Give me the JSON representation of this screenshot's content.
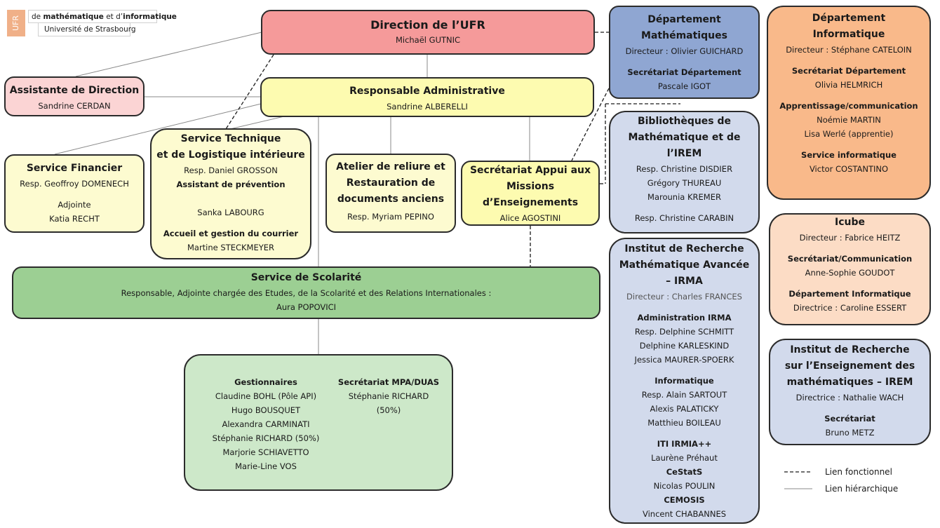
{
  "logo": {
    "ufr": "UFR",
    "line1_pre": "de ",
    "line1_b1": "mathématique",
    "line1_mid": " et d’",
    "line1_b2": "informatique",
    "line2": "Université de Strasbourg"
  },
  "direction": {
    "title": "Direction de l’UFR",
    "name": "Michaël GUTNIC"
  },
  "assistante": {
    "title": "Assistante de Direction",
    "name": "Sandrine CERDAN"
  },
  "responsable_admin": {
    "title": "Responsable Administrative",
    "name": "Sandrine ALBERELLI"
  },
  "service_financier": {
    "title": "Service Financier",
    "resp": "Resp. Geoffroy DOMENECH",
    "adjointe_label": "Adjointe",
    "adjointe_name": "Katia RECHT"
  },
  "service_technique": {
    "title1": "Service Technique",
    "title2": "et de Logistique intérieure",
    "resp": "Resp. Daniel GROSSON",
    "prevention_label": "Assistant de prévention",
    "prevention_name": "Sanka LABOURG",
    "courrier_label": "Accueil et gestion du courrier",
    "courrier_name": "Martine STECKMEYER"
  },
  "atelier": {
    "title1": "Atelier de reliure et",
    "title2": "Restauration de",
    "title3": "documents anciens",
    "resp": "Resp. Myriam PEPINO"
  },
  "secretariat_appui": {
    "title1": "Secrétariat Appui aux",
    "title2": "Missions",
    "title3": "d’Enseignements",
    "name": "Alice AGOSTINI"
  },
  "scolarite": {
    "title": "Service de Scolarité",
    "subtitle": "Responsable, Adjointe chargée des Etudes, de la Scolarité et des Relations Internationales :",
    "name": "Aura POPOVICI"
  },
  "gestionnaires": {
    "label": "Gestionnaires",
    "names": [
      "Claudine BOHL (Pôle API)",
      "Hugo BOUSQUET",
      "Alexandra CARMINATI",
      "Stéphanie RICHARD (50%)",
      "Marjorie SCHIAVETTO",
      "Marie-Line VOS"
    ],
    "mpa_label": "Secrétariat MPA/DUAS",
    "mpa_name": "Stéphanie RICHARD (50%)"
  },
  "dept_math": {
    "title1": "Département",
    "title2": "Mathématiques",
    "director": "Directeur : Olivier GUICHARD",
    "secr_label": "Secrétariat Département",
    "secr_name": "Pascale IGOT"
  },
  "dept_info": {
    "title1": "Département",
    "title2": "Informatique",
    "director": "Directeur : Stéphane CATELOIN",
    "secr_label": "Secrétariat Département",
    "secr_name": "Olivia HELMRICH",
    "appr_label": "Apprentissage/communication",
    "appr_names": [
      "Noémie MARTIN",
      "Lisa Werlé (apprentie)"
    ],
    "info_label": "Service informatique",
    "info_name": "Victor COSTANTINO"
  },
  "biblio": {
    "title1": "Bibliothèques de",
    "title2": "Mathématique et de l’IREM",
    "names": [
      "Resp. Christine DISDIER",
      "Grégory THUREAU",
      "Marounia KREMER"
    ],
    "extra": "Resp. Christine CARABIN"
  },
  "irma": {
    "title1": "Institut de Recherche",
    "title2": "Mathématique Avancée",
    "title3": "– IRMA",
    "director": "Directeur : Charles FRANCES",
    "admin_label": "Administration IRMA",
    "admin_names": [
      "Resp. Delphine SCHMITT",
      "Delphine KARLESKIND",
      "Jessica MAURER-SPOERK"
    ],
    "info_label": "Informatique",
    "info_names": [
      "Resp. Alain SARTOUT",
      "Alexis PALATICKY",
      "Matthieu BOILEAU"
    ],
    "iti_label": "ITI IRMIA++",
    "iti_name": "Laurène Préhaut",
    "cestats_label": "CeStatS",
    "cestats_name": "Nicolas POULIN",
    "cemosis_label": "CEMOSIS",
    "cemosis_name": "Vincent CHABANNES"
  },
  "icube": {
    "title": "Icube",
    "director": "Directeur : Fabrice HEITZ",
    "secr_label": "Secrétariat/Communication",
    "secr_name": "Anne-Sophie GOUDOT",
    "dept_label": "Département Informatique",
    "dept_name": "Directrice :  Caroline ESSERT"
  },
  "irem": {
    "title1": "Institut de Recherche",
    "title2": "sur l’Enseignement des",
    "title3": "mathématiques – IREM",
    "director": "Directrice : Nathalie WACH",
    "secr_label": "Secrétariat",
    "secr_name": "Bruno METZ"
  },
  "legend": {
    "functional": "Lien fonctionnel",
    "hierarchical": "Lien hiérarchique"
  },
  "colors": {
    "direction": "#f59a9a",
    "assistante": "#fbd4d4",
    "yellow": "#fdfbb0",
    "yellow_light": "#fdfbd0",
    "green": "#9ccf93",
    "green_light": "#cde8c9",
    "blue": "#8fa6d2",
    "blue_light": "#d2daec",
    "orange": "#f9b98a",
    "orange_light": "#fcdcc5"
  }
}
